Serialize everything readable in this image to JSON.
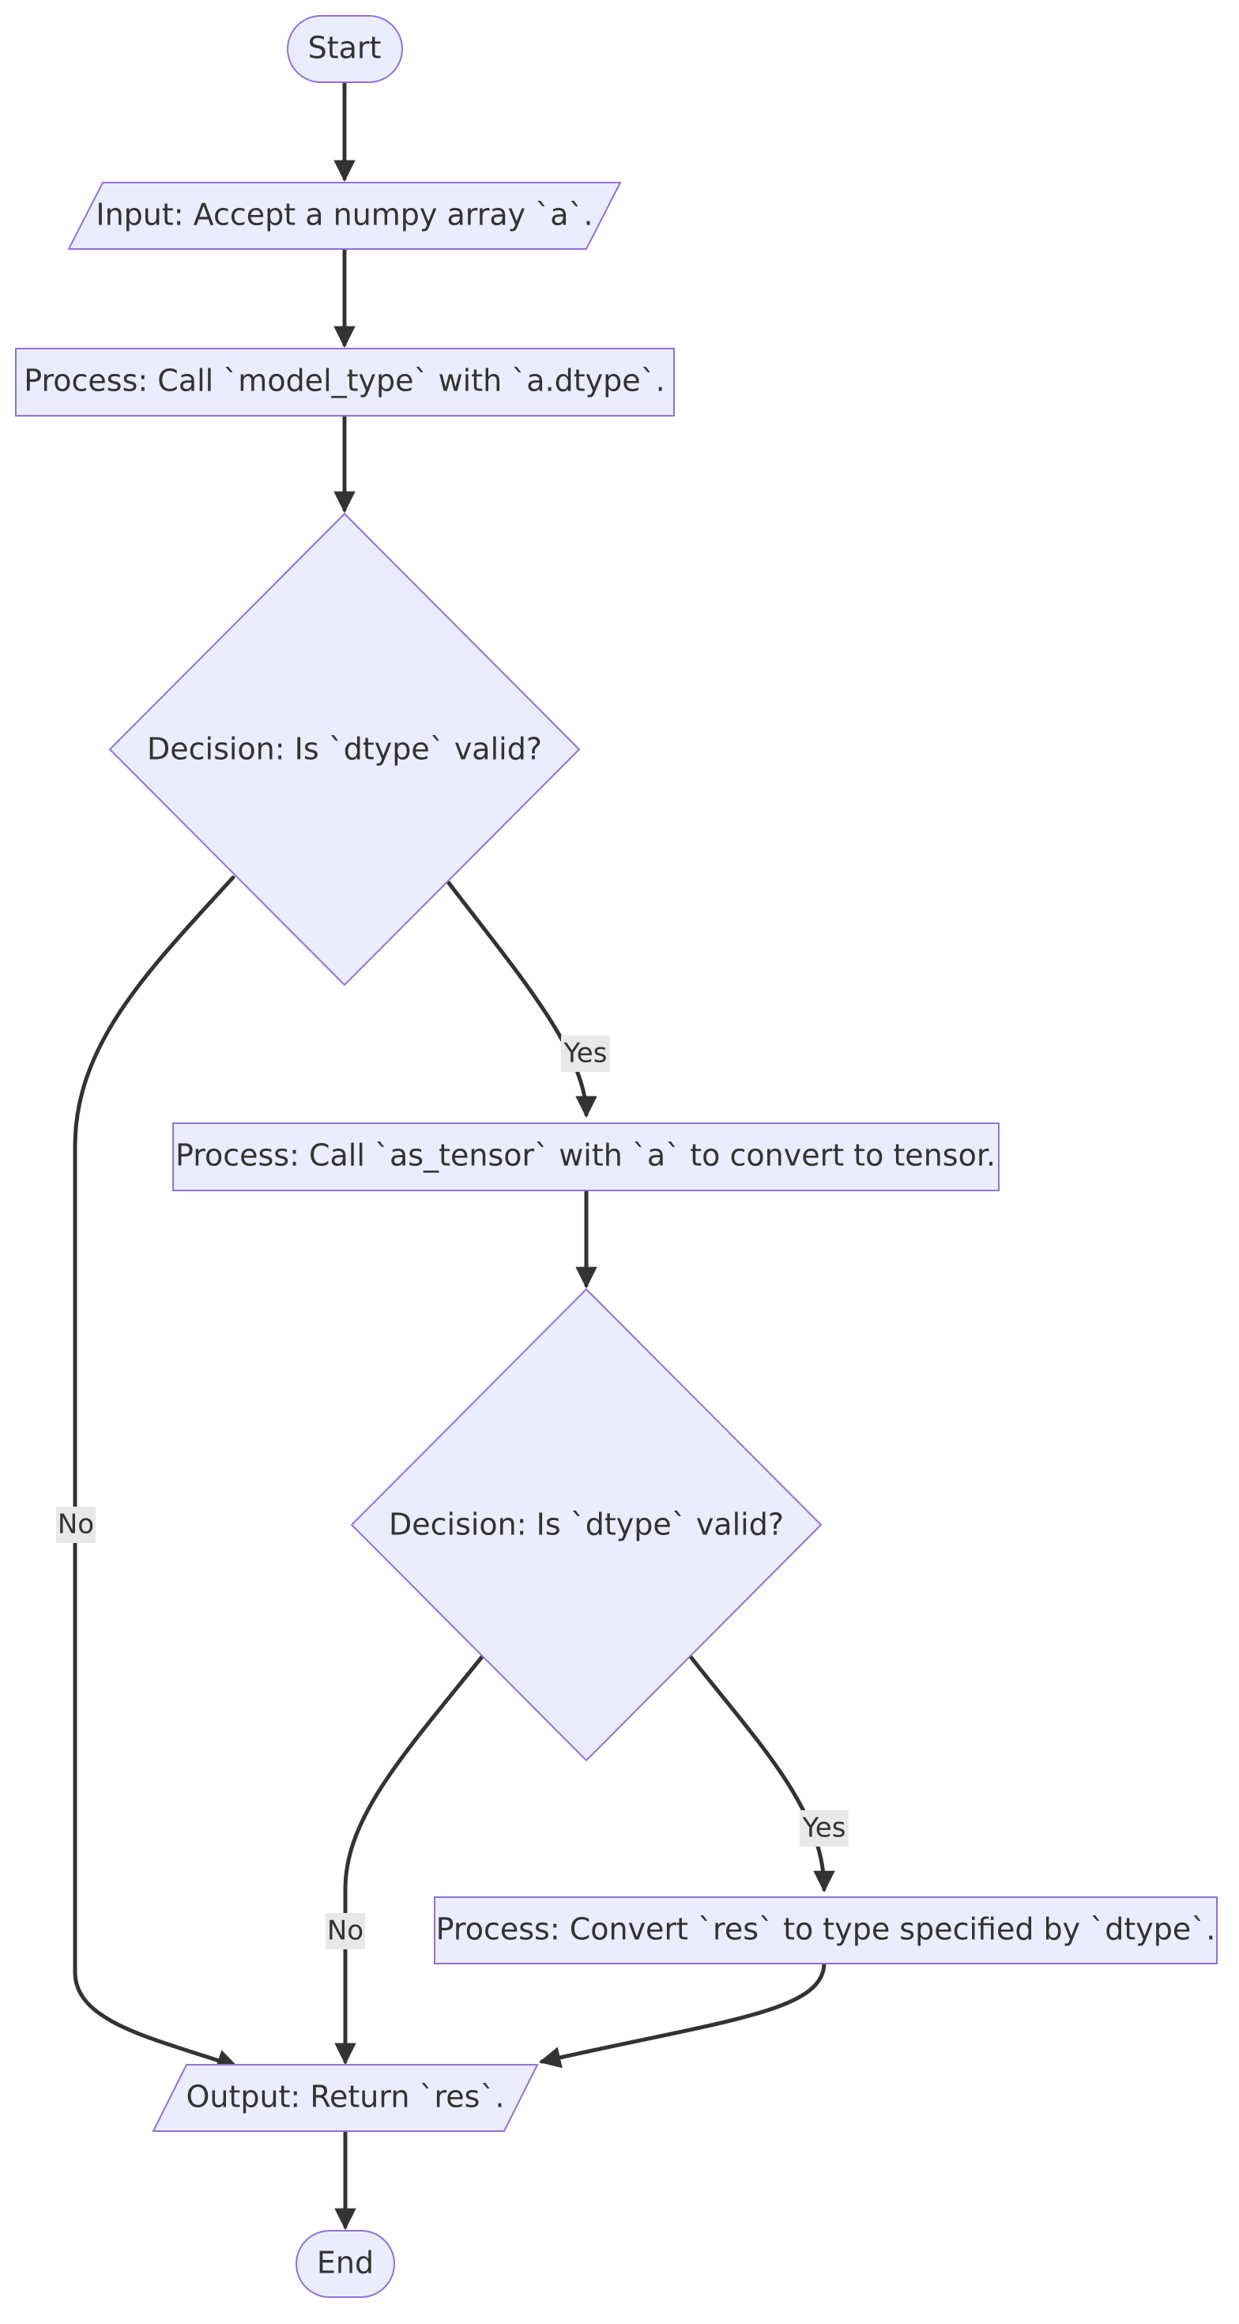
{
  "colors": {
    "node_fill": "#ECECFF",
    "node_stroke": "#9370DB",
    "edge": "#333333",
    "label_bg": "#E8E8E8",
    "text": "#333333"
  },
  "nodes": {
    "start": "Start",
    "input": "Input: Accept a numpy array `a`.",
    "process_model_type": "Process: Call `model_type` with `a.dtype`.",
    "decision_1": "Decision: Is `dtype` valid?",
    "process_as_tensor": "Process: Call `as_tensor` with `a` to convert to tensor.",
    "decision_2": "Decision: Is `dtype` valid?",
    "process_convert": "Process: Convert `res` to type specified by `dtype`.",
    "output": "Output: Return `res`.",
    "end": "End"
  },
  "edges": {
    "decision_1_yes": "Yes",
    "decision_1_no": "No",
    "decision_2_yes": "Yes",
    "decision_2_no": "No"
  }
}
